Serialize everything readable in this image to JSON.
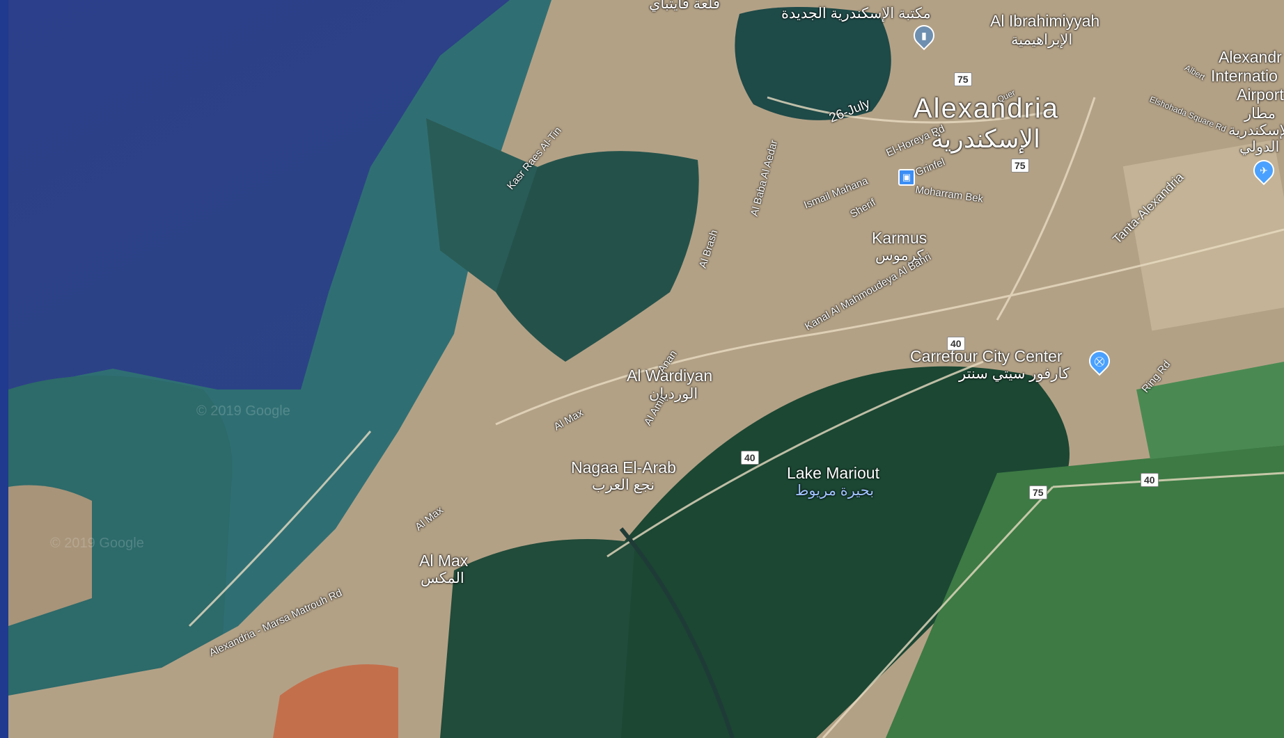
{
  "map": {
    "colors": {
      "sea": "#2a3f86",
      "coast": "#2f7a76",
      "land": "#b7a58a",
      "lake": "#1c4a35",
      "fields": "#3f7a45",
      "frame": "#1f3a8f"
    },
    "watermarks": [
      "© 2019 Google",
      "© 2019 Google"
    ],
    "labels": {
      "qaitbay_ar": "قلعة قايتباي",
      "library_ar": "مكتبة الإسكندرية الجديدة",
      "ibrahimiyyah_en": "Al Ibrahimiyyah",
      "ibrahimiyyah_ar": "الإبراهيمية",
      "alexandria_en": "Alexandria",
      "alexandria_ar": "الإسكندرية",
      "airport_en": [
        "Alexandr",
        "Internatio",
        "Airport"
      ],
      "airport_ar": [
        "مطار",
        "الإسكندرية",
        "الدولي"
      ],
      "karmus_en": "Karmus",
      "karmus_ar": "كرموس",
      "carrefour_en": "Carrefour City Center",
      "carrefour_ar": "كارفور سيتي سنتر",
      "wardiyan_en": "Al Wardiyan",
      "wardiyan_ar": "الورديان",
      "nagaa_en": "Nagaa El-Arab",
      "nagaa_ar": "نجع العرب",
      "lake_en": "Lake Mariout",
      "lake_ar": "بحيرة مريوط",
      "max_en": "Al Max",
      "max_ar": "المكس"
    },
    "roads": {
      "kasr_raes": "Kasr Raes Al-Tin",
      "july26": "26-July",
      "el_horeya": "El-Horeya Rd",
      "grinfel": "Grinfel",
      "moharram_bek": "Moharram Bek",
      "ismail_mahana": "Ismail Mahana",
      "sherif": "Sherif",
      "al_baba_al_aedar": "Al Baba Al Aedar",
      "al_brash": "Al Brash",
      "kanal_mahmoudeya": "Kanal Al Mahmoudeya Al Bahri",
      "tanta_alex": "Tanta-Alexandria",
      "ring_rd": "Ring Rd",
      "eishohada": "Elshohada Square Rd",
      "albert": "Albert",
      "quer": "Quer",
      "al_max_1": "Al Max",
      "al_max_2": "Al Max",
      "amir": "Al Amir",
      "anan": "Anan",
      "alex_marsa": "Alexandria - Marsa Matrouh Rd"
    },
    "shields": [
      "75",
      "75",
      "40",
      "40",
      "75",
      "40"
    ]
  }
}
